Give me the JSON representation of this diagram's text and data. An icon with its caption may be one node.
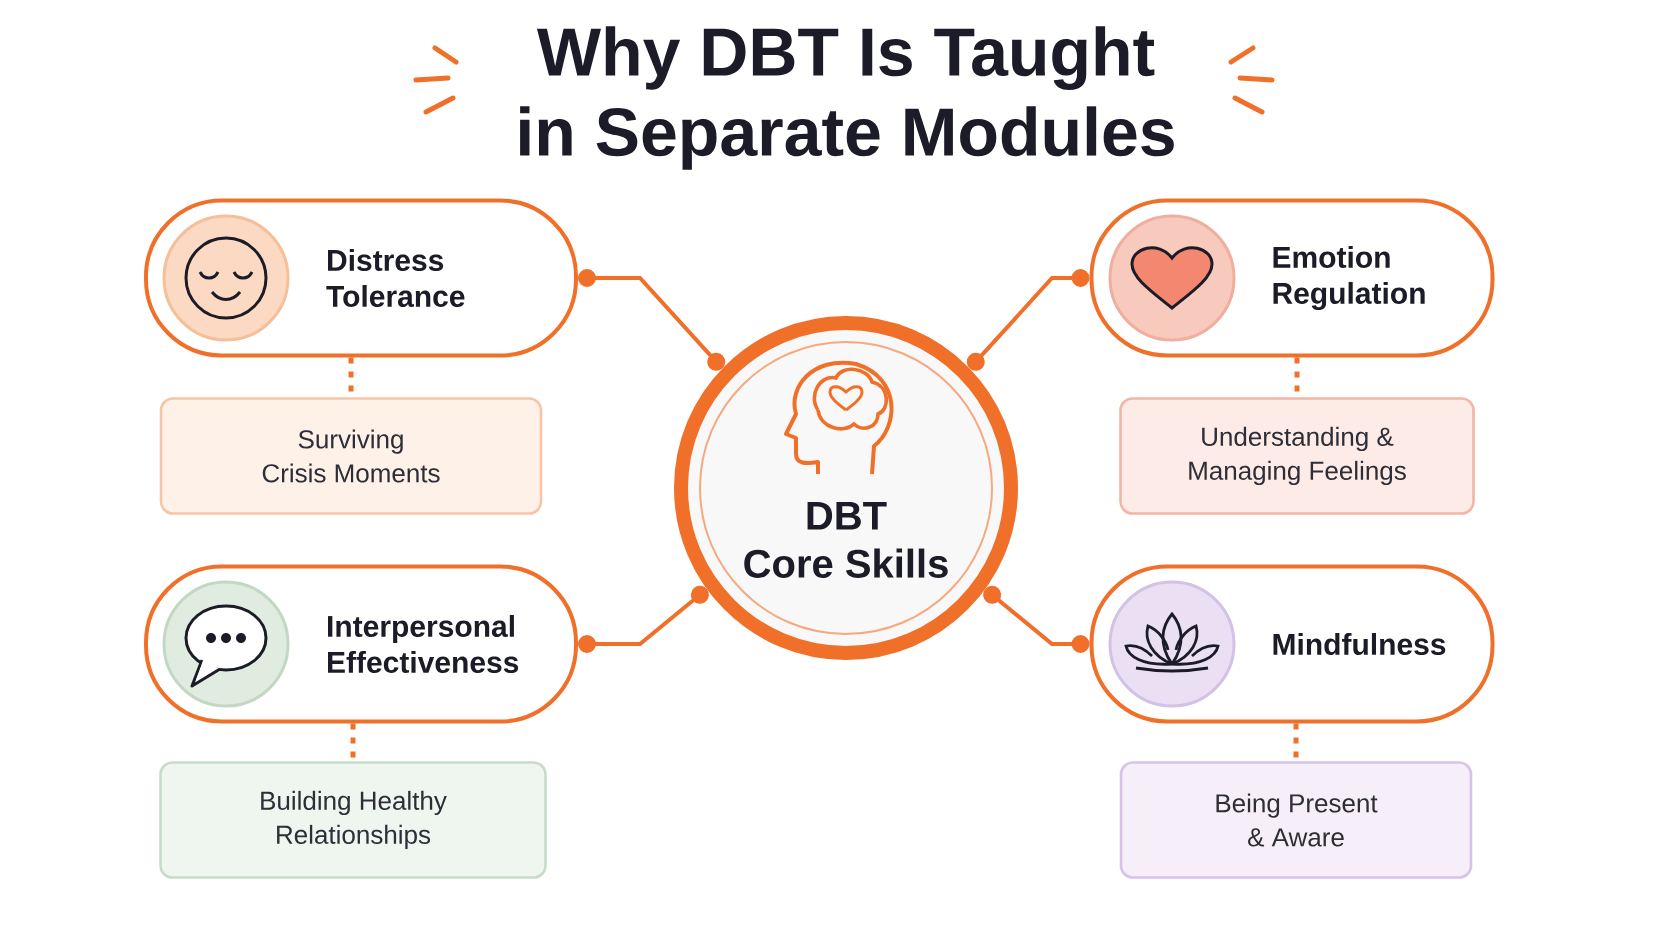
{
  "diagram": {
    "title": "Why DBT Is Taught in Separate Modules",
    "nodes": [
      {
        "text": [
          "DBT Core Skills"
        ]
      },
      {
        "text": [
          "Distress Tolerance"
        ]
      },
      {
        "text": [
          "Surviving Crisis Moments"
        ]
      },
      {
        "text": [
          "Emotion Regulation"
        ]
      },
      {
        "text": [
          "Understanding & Managing Feelings"
        ]
      },
      {
        "text": [
          "Interpersonal Effectiveness"
        ]
      },
      {
        "text": [
          "Building Healthy Relationships"
        ]
      },
      {
        "text": [
          "Mindfulness"
        ]
      },
      {
        "text": [
          "Being Present & Aware"
        ]
      }
    ],
    "edges": [
      {
        "from": 0,
        "to": 1,
        "arrow": "other"
      },
      {
        "from": 0,
        "to": 3,
        "arrow": "other"
      },
      {
        "from": 0,
        "to": 5,
        "arrow": "other"
      },
      {
        "from": 0,
        "to": 7,
        "arrow": "other"
      },
      {
        "from": 1,
        "to": 2,
        "arrow": "none",
        "style": "dashed"
      },
      {
        "from": 3,
        "to": 4,
        "arrow": "none",
        "style": "dashed"
      },
      {
        "from": 5,
        "to": 6,
        "arrow": "none",
        "style": "dashed"
      },
      {
        "from": 7,
        "to": 8,
        "arrow": "none",
        "style": "dashed"
      }
    ]
  }
}
